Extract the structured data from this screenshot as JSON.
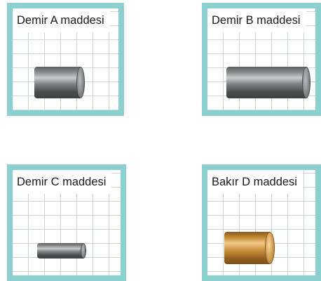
{
  "panels": [
    {
      "label": "Demir A maddesi",
      "material": "iron"
    },
    {
      "label": "Demir B maddesi",
      "material": "iron"
    },
    {
      "label": "Demir C maddesi",
      "material": "iron"
    },
    {
      "label": "Bakır D maddesi",
      "material": "copper"
    }
  ],
  "colors": {
    "frame": "#8ccfcf",
    "grid": "#c9d6da",
    "iron": "#7e8183",
    "copper": "#c98f3a"
  }
}
